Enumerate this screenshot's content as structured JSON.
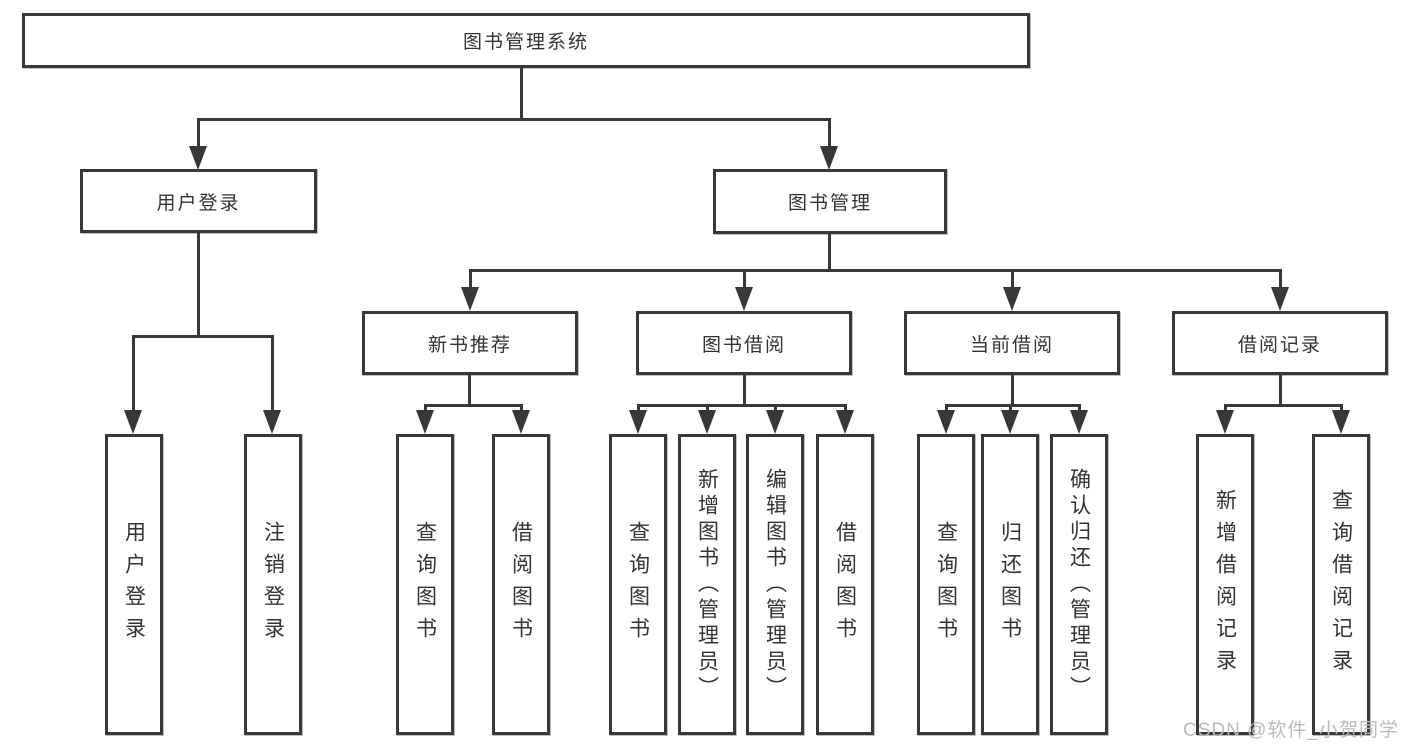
{
  "diagram": {
    "root": {
      "label": "图书管理系统"
    },
    "level2": [
      {
        "label": "用户登录"
      },
      {
        "label": "图书管理"
      }
    ],
    "level3": [
      {
        "label": "新书推荐"
      },
      {
        "label": "图书借阅"
      },
      {
        "label": "当前借阅"
      },
      {
        "label": "借阅记录"
      }
    ],
    "leaves": [
      {
        "label": "用户登录"
      },
      {
        "label": "注销登录"
      },
      {
        "label": "查询图书"
      },
      {
        "label": "借阅图书"
      },
      {
        "label": "查询图书"
      },
      {
        "label": "新增图书（管理员）"
      },
      {
        "label": "编辑图书（管理员）"
      },
      {
        "label": "借阅图书"
      },
      {
        "label": "查询图书"
      },
      {
        "label": "归还图书"
      },
      {
        "label": "确认归还（管理员）"
      },
      {
        "label": "新增借阅记录"
      },
      {
        "label": "查询借阅记录"
      }
    ],
    "colors": {
      "line": "#383838",
      "text": "#333333",
      "background": "#ffffff",
      "watermark": "#babac2"
    }
  },
  "watermark": {
    "text": "CSDN @软件_小贺同学"
  }
}
